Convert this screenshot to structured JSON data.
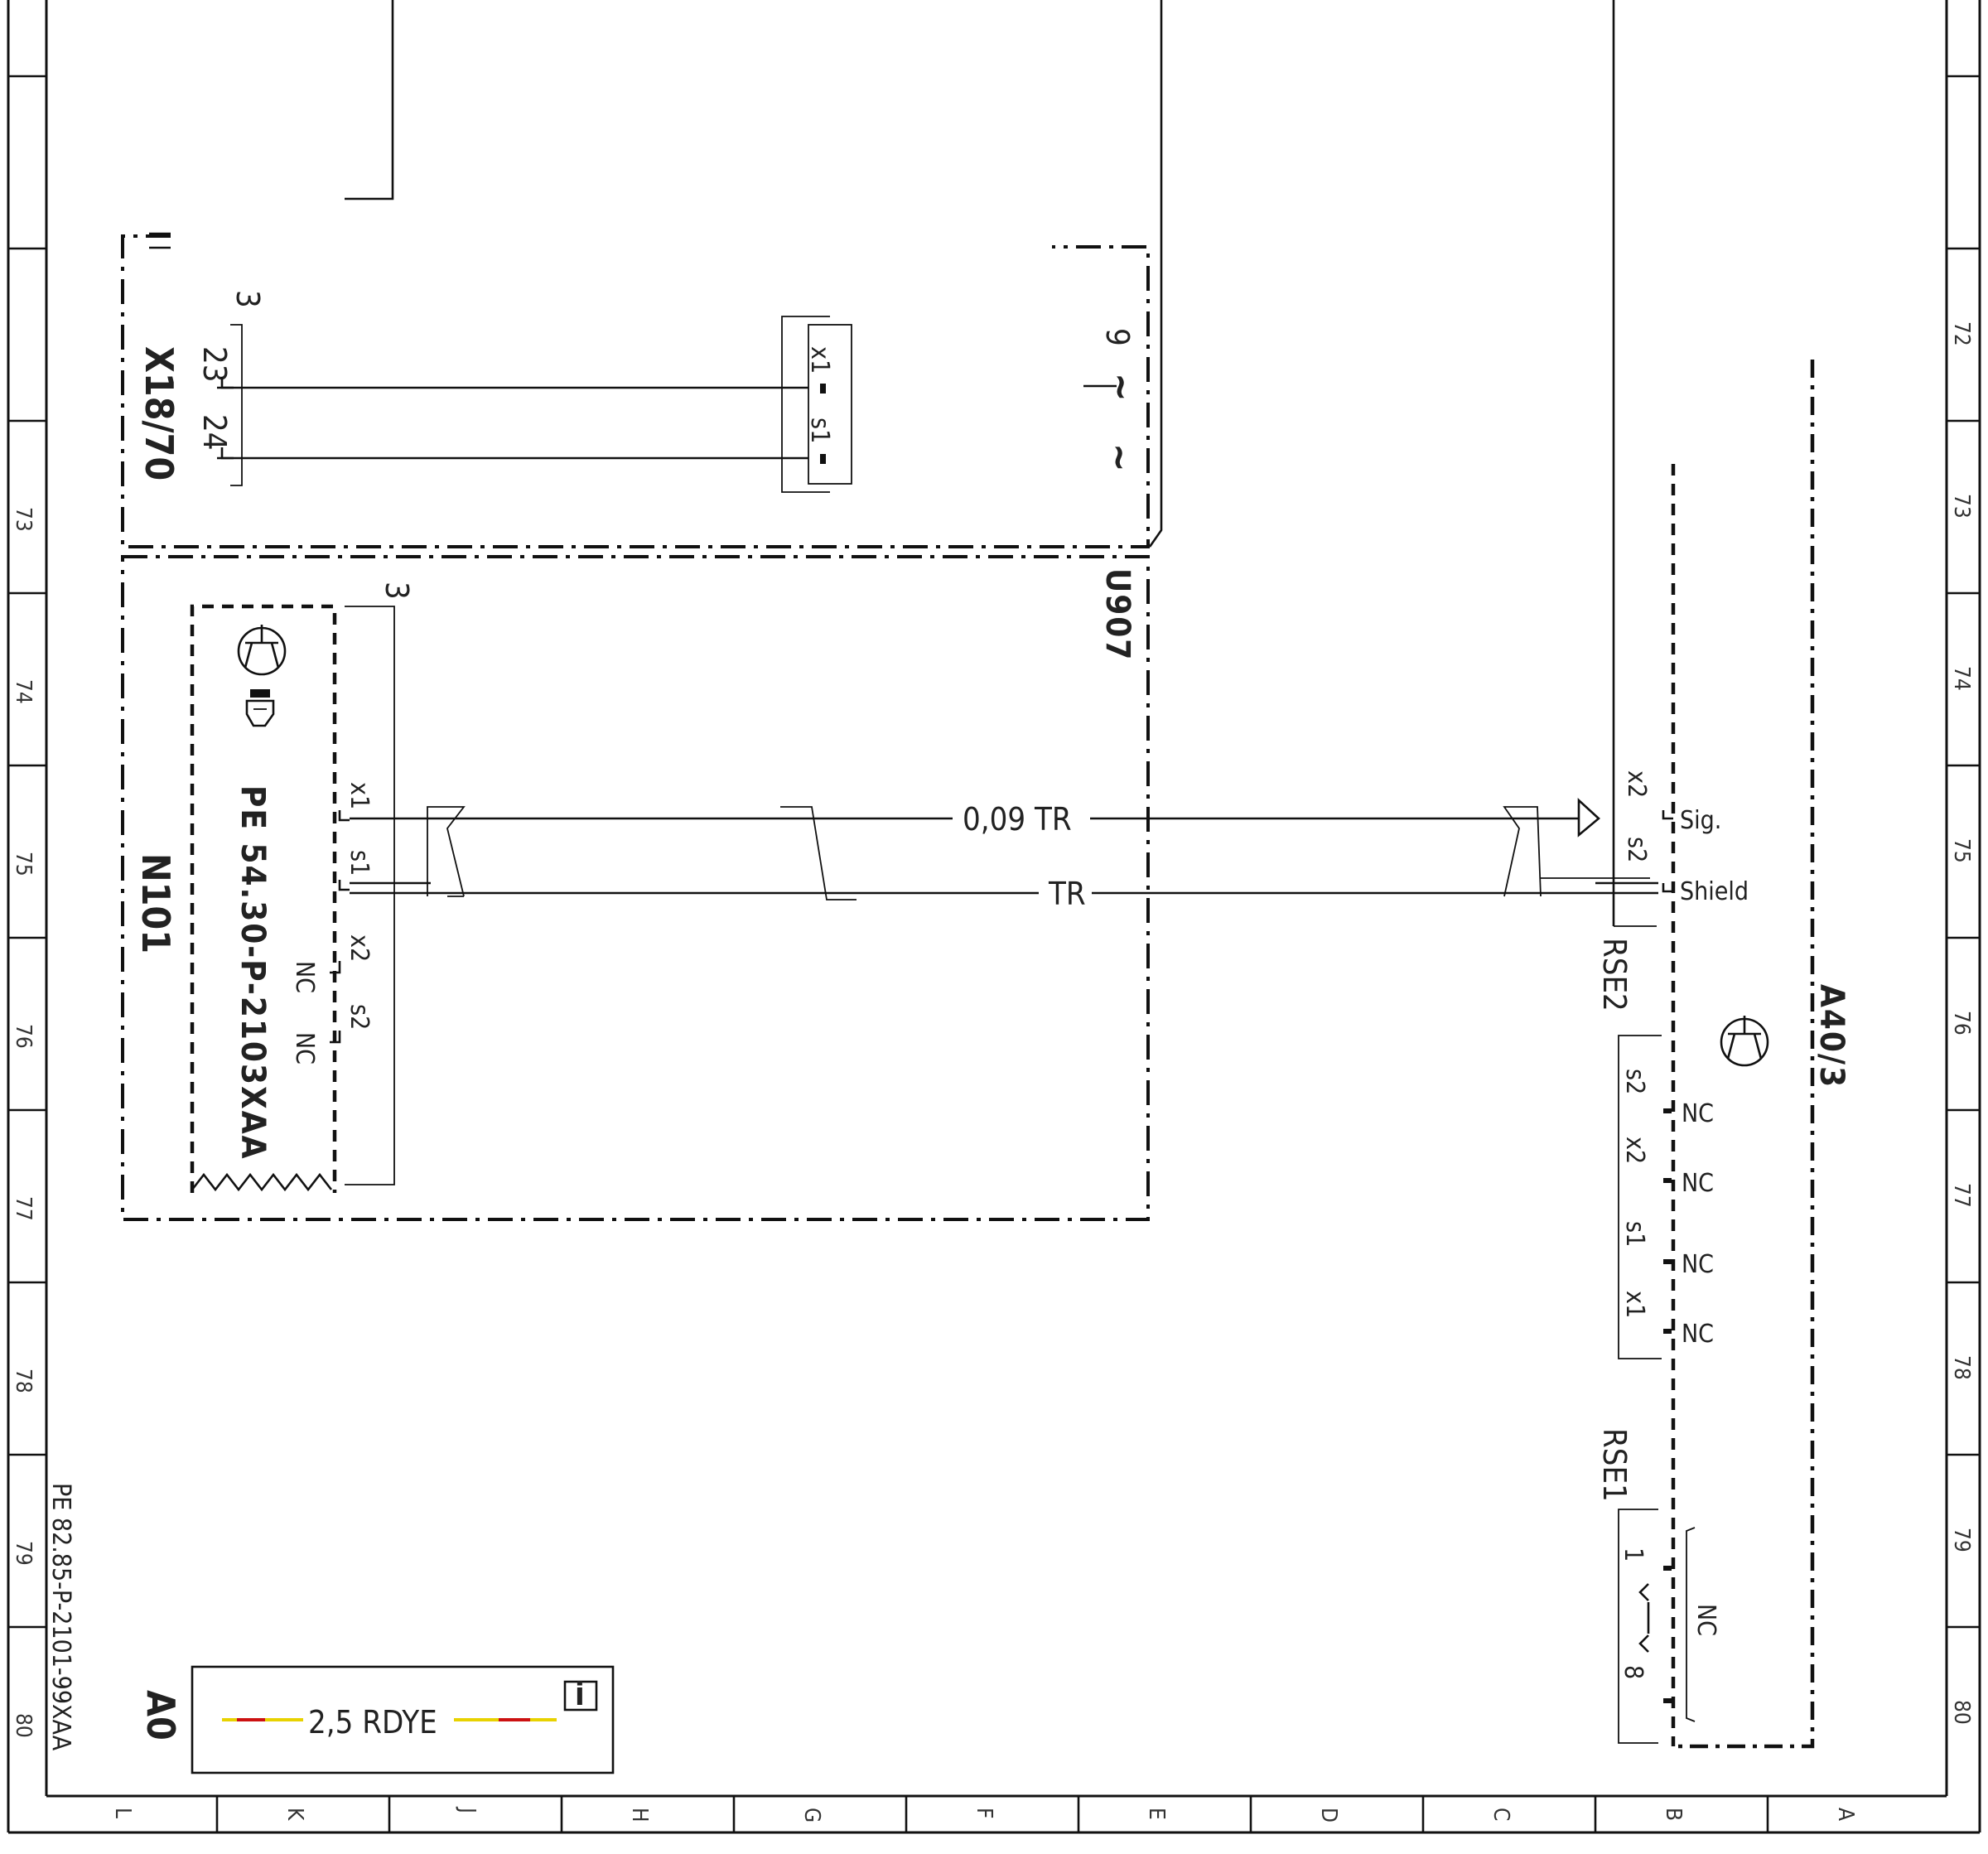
{
  "diagram": {
    "components": {
      "x18_70": {
        "designator": "X18/70",
        "index": "3",
        "pins": [
          "23",
          "24"
        ]
      },
      "u907": {
        "designator": "U907"
      },
      "n101": {
        "designator": "N101",
        "index": "3",
        "reference": "PE 54.30-P-2103XAA",
        "pins": [
          "x1",
          "s1",
          "x2",
          "s2"
        ],
        "nc": [
          "NC",
          "NC"
        ]
      },
      "block_top": {
        "pins": [
          "x1",
          "s1"
        ],
        "label": "9",
        "tilde": "~"
      },
      "a40_3": {
        "designator": "A40/3"
      },
      "rse2": {
        "designator": "RSE2",
        "pins": [
          "x2",
          "s2"
        ],
        "signals": [
          "Sig.",
          "Shield"
        ]
      },
      "rse_mid": {
        "pins": [
          "s2",
          "x2",
          "s1",
          "x1"
        ],
        "nc": [
          "NC",
          "NC",
          "NC",
          "NC"
        ]
      },
      "rse1": {
        "designator": "RSE1",
        "pins": [
          "1",
          "8"
        ],
        "nc": "NC"
      },
      "a0": {
        "designator": "A0",
        "wire": "2,5 RDYE",
        "info_icon": "i"
      }
    },
    "wires": {
      "signal": "0,09 TR",
      "shield": "TR"
    },
    "footer_reference": "PE 82.85-P-2101-99XAA",
    "grid_rows": [
      "73",
      "74",
      "75",
      "76",
      "77",
      "78",
      "79",
      "80"
    ],
    "grid_rows_right": [
      "72",
      "73",
      "74",
      "75",
      "76",
      "77",
      "78",
      "79",
      "80"
    ],
    "grid_columns": [
      "L",
      "K",
      "J",
      "H",
      "G",
      "F",
      "E",
      "D",
      "C",
      "B",
      "A"
    ],
    "colors": {
      "wire_red": "#cc1111",
      "wire_yellow": "#e8d200",
      "ink": "#111111"
    }
  }
}
